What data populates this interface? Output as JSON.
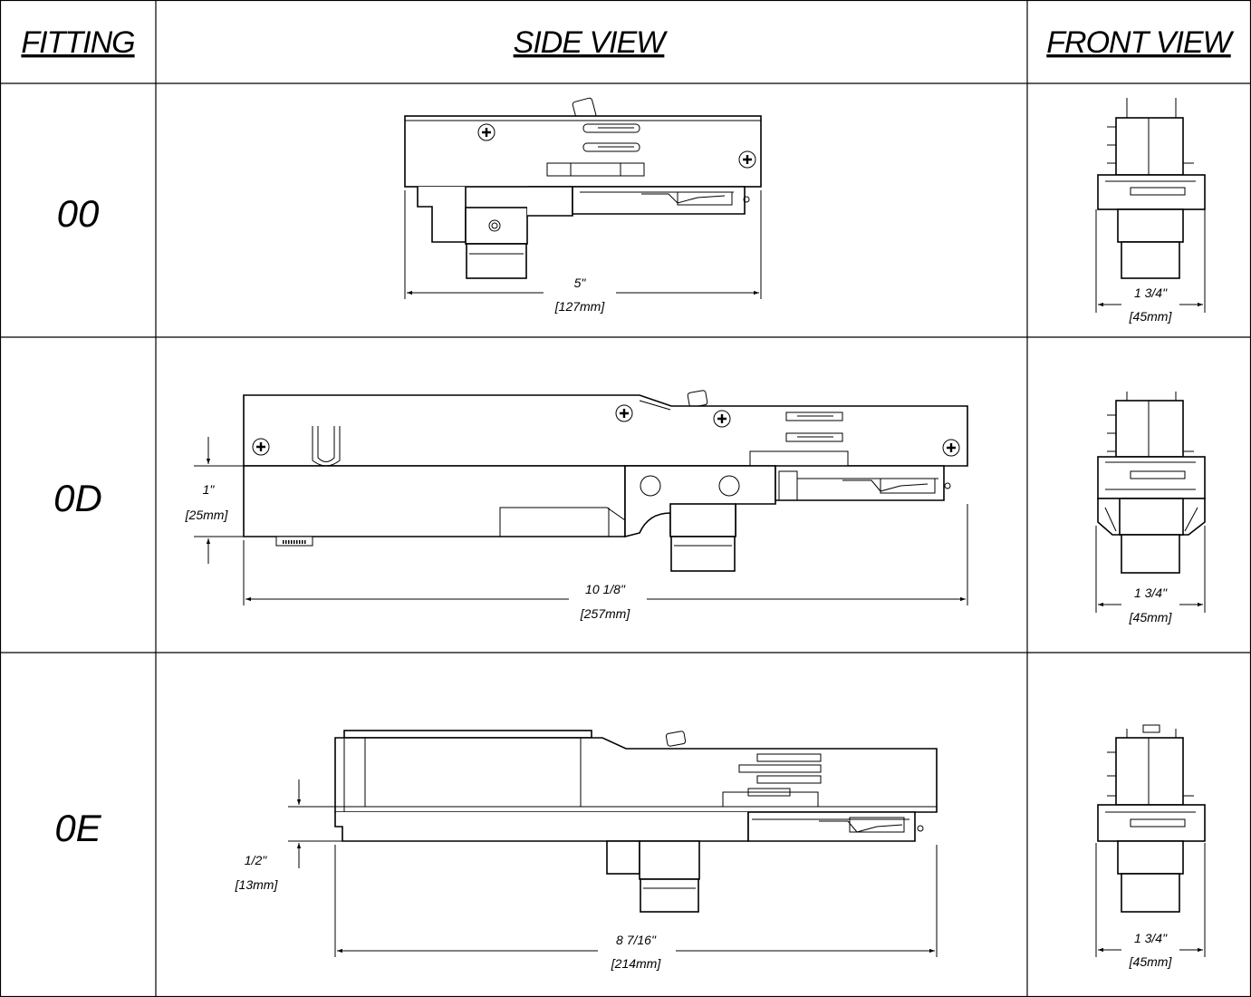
{
  "headers": {
    "fitting": "FITTING",
    "side_view": "SIDE VIEW",
    "front_view": "FRONT VIEW"
  },
  "rows": [
    {
      "fitting": "00",
      "side_length_in": "5\"",
      "side_length_mm": "[127mm]",
      "front_width_in": "1 3/4\"",
      "front_width_mm": "[45mm]"
    },
    {
      "fitting": "0D",
      "side_length_in": "10 1/8\"",
      "side_length_mm": "[257mm]",
      "side_height_in": "1\"",
      "side_height_mm": "[25mm]",
      "front_width_in": "1 3/4\"",
      "front_width_mm": "[45mm]"
    },
    {
      "fitting": "0E",
      "side_length_in": "8 7/16\"",
      "side_length_mm": "[214mm]",
      "side_height_in": "1/2\"",
      "side_height_mm": "[13mm]",
      "front_width_in": "1 3/4\"",
      "front_width_mm": "[45mm]"
    }
  ]
}
